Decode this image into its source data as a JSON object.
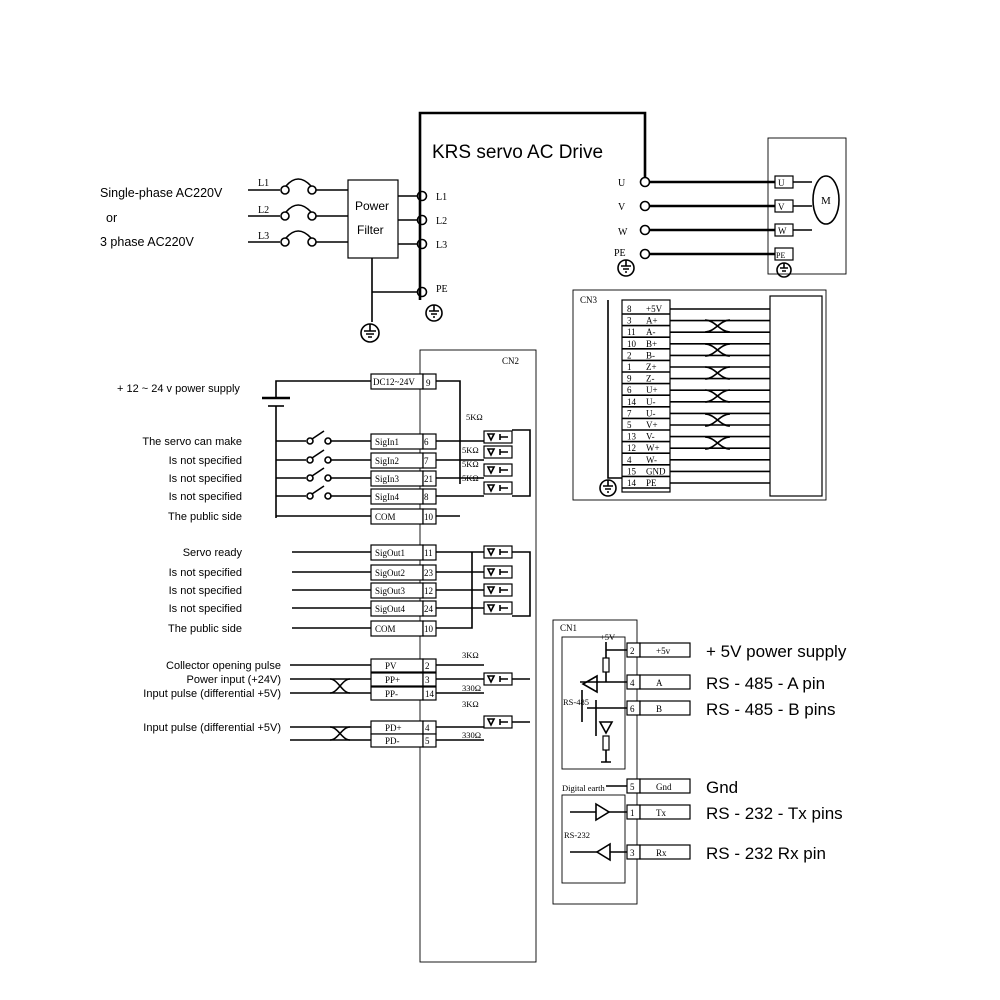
{
  "title": "KRS servo AC Drive",
  "power_input": {
    "single_phase": "Single-phase AC220V",
    "or": "or",
    "three_phase": "3 phase AC220V",
    "lines": [
      "L1",
      "L2",
      "L3"
    ],
    "filter_line1": "Power",
    "filter_line2": "Filter",
    "drive_terminals": [
      "L1",
      "L2",
      "L3"
    ],
    "pe": "PE"
  },
  "motor": {
    "phases": [
      "U",
      "V",
      "W",
      "PE"
    ],
    "motor_terminals": [
      "U",
      "V",
      "W",
      "PE"
    ],
    "symbol": "M"
  },
  "cn3": {
    "label": "CN3",
    "pins": [
      {
        "num": "8",
        "name": "+5V"
      },
      {
        "num": "3",
        "name": "A+"
      },
      {
        "num": "11",
        "name": "A-"
      },
      {
        "num": "10",
        "name": "B+"
      },
      {
        "num": "2",
        "name": "B-"
      },
      {
        "num": "1",
        "name": "Z+"
      },
      {
        "num": "9",
        "name": "Z-"
      },
      {
        "num": "6",
        "name": "U+"
      },
      {
        "num": "14",
        "name": "U-"
      },
      {
        "num": "7",
        "name": "U-"
      },
      {
        "num": "5",
        "name": "V+"
      },
      {
        "num": "13",
        "name": "V-"
      },
      {
        "num": "12",
        "name": "W+"
      },
      {
        "num": "4",
        "name": "W-"
      },
      {
        "num": "15",
        "name": "GND"
      },
      {
        "num": "14",
        "name": "PE"
      }
    ]
  },
  "cn2": {
    "label": "CN2",
    "supply_label": "+ 12 ~ 24 v power supply",
    "supply_terminal": {
      "name": "DC12~24V",
      "num": "9"
    },
    "inputs": [
      {
        "desc": "The servo can make",
        "name": "SigIn1",
        "num": "6"
      },
      {
        "desc": "Is not specified",
        "name": "SigIn2",
        "num": "7"
      },
      {
        "desc": "Is not specified",
        "name": "SigIn3",
        "num": "21"
      },
      {
        "desc": "Is not specified",
        "name": "SigIn4",
        "num": "8"
      },
      {
        "desc": "The public side",
        "name": "COM",
        "num": "10"
      }
    ],
    "outputs": [
      {
        "desc": "Servo ready",
        "name": "SigOut1",
        "num": "11"
      },
      {
        "desc": "Is not specified",
        "name": "SigOut2",
        "num": "23"
      },
      {
        "desc": "Is not specified",
        "name": "SigOut3",
        "num": "12"
      },
      {
        "desc": "Is not specified",
        "name": "SigOut4",
        "num": "24"
      },
      {
        "desc": "The public side",
        "name": "COM",
        "num": "10"
      }
    ],
    "pulse": [
      {
        "desc": "Collector opening pulse",
        "name": "PV",
        "num": "2"
      },
      {
        "desc": "Power input (+24V)",
        "name": "PP+",
        "num": "3"
      },
      {
        "desc": "Input pulse (differential +5V)",
        "name": "PP-",
        "num": "14"
      }
    ],
    "dir": [
      {
        "desc": "Input pulse (differential +5V)",
        "name": "PD+",
        "num": "4"
      },
      {
        "name": "PD-",
        "num": "5"
      }
    ],
    "resistors": [
      "5KΩ",
      "5KΩ",
      "5KΩ",
      "5KΩ",
      "3KΩ",
      "330Ω",
      "3KΩ",
      "330Ω"
    ]
  },
  "cn1": {
    "label": "CN1",
    "plus5v": "+5V",
    "rs485_label": "RS-485",
    "digital_earth": "Digital earth",
    "rs232_label": "RS-232",
    "pins": [
      {
        "num": "2",
        "name": "+5v",
        "desc": "+ 5V power supply"
      },
      {
        "num": "4",
        "name": "A",
        "desc": "RS - 485 - A pin"
      },
      {
        "num": "6",
        "name": "B",
        "desc": "RS - 485 - B pins"
      },
      {
        "num": "5",
        "name": "Gnd",
        "desc": "Gnd"
      },
      {
        "num": "1",
        "name": "Tx",
        "desc": "RS - 232 - Tx pins"
      },
      {
        "num": "3",
        "name": "Rx",
        "desc": "RS - 232 Rx pin"
      }
    ]
  }
}
